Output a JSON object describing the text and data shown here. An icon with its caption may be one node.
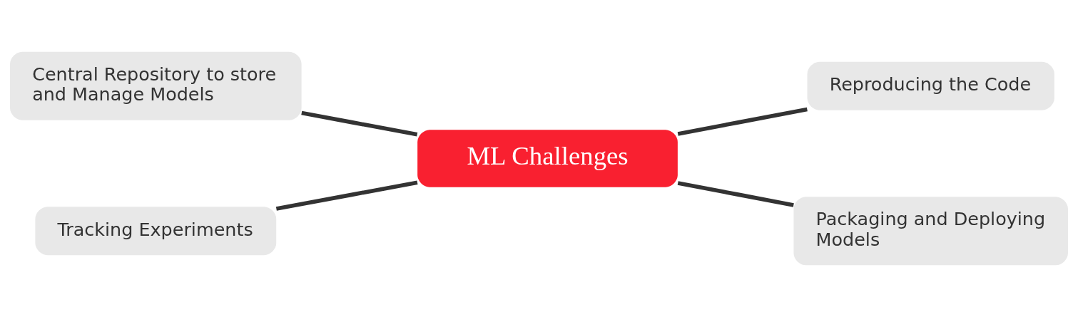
{
  "diagram": {
    "nodes": [
      {
        "text": [
          "Central Repository to store and Manage Models"
        ]
      },
      {
        "text": [
          "Reproducing the Code"
        ]
      },
      {
        "text": [
          "ML Challenges"
        ]
      },
      {
        "text": [
          "Tracking Experiments"
        ]
      },
      {
        "text": [
          "Packaging and Deploying Models"
        ]
      }
    ],
    "edges": [
      {
        "from": 0,
        "to": 2,
        "arrow": "none"
      },
      {
        "from": 2,
        "to": 1,
        "arrow": "none"
      },
      {
        "from": 3,
        "to": 2,
        "arrow": "none"
      },
      {
        "from": 2,
        "to": 4,
        "arrow": "none"
      }
    ]
  }
}
